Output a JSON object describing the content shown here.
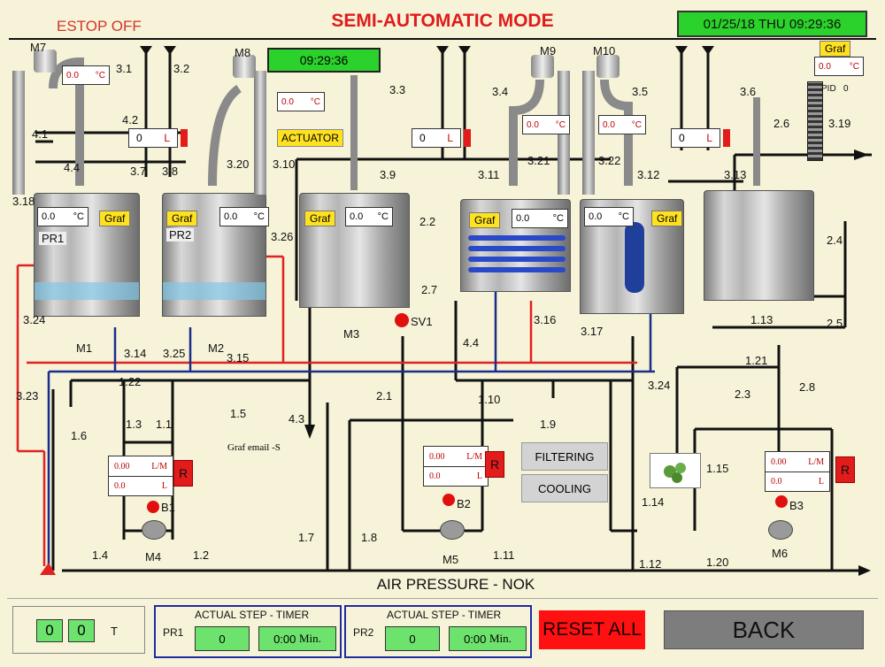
{
  "header": {
    "estop": "ESTOP OFF",
    "mode": "SEMI-AUTOMATIC MODE",
    "datetime": "01/25/18 THU   09:29:36",
    "clock": "09:29:36"
  },
  "actuator_label": "ACTUATOR",
  "graf_label": "Graf",
  "units": {
    "temp": "°C",
    "level": "L",
    "flow": "L/M"
  },
  "motors": [
    "M7",
    "M8",
    "M9",
    "M10",
    "M1",
    "M2",
    "M3",
    "M4",
    "M5",
    "M6"
  ],
  "tanks": [
    "PR1",
    "PR2"
  ],
  "temperatures": {
    "m7": "0.0",
    "m8": "0.0",
    "pr1": "0.0",
    "pr2": "0.0",
    "m3": "0.0",
    "t_311": "0.0",
    "m9": "0.0",
    "m10": "0.0",
    "t_312": "0.0",
    "pid": "0.0"
  },
  "pid": {
    "label": "PID",
    "value": "0"
  },
  "levels": {
    "left": "0",
    "center": "0",
    "right": "0"
  },
  "flows": {
    "b1": {
      "flow": "0.00",
      "vol": "0.0"
    },
    "b2": {
      "flow": "0.00",
      "vol": "0.0"
    },
    "b3": {
      "flow": "0.00",
      "vol": "0.0"
    }
  },
  "pumps": [
    "B1",
    "B2",
    "B3"
  ],
  "solenoid": "SV1",
  "valve_labels": {
    "v31": "3.1",
    "v32": "3.2",
    "v41": "4.1",
    "v42": "4.2",
    "v44": "4.4",
    "v37": "3.7",
    "v38": "3.8",
    "v318": "3.18",
    "v320": "3.20",
    "v310": "3.10",
    "v326": "3.26",
    "v33": "3.3",
    "v34": "3.4",
    "v39": "3.9",
    "v22": "2.2",
    "v27": "2.7",
    "v311": "3.11",
    "v321": "3.21",
    "v322": "3.22",
    "v35": "3.5",
    "v36": "3.6",
    "v312": "3.12",
    "v313": "3.13",
    "v26": "2.6",
    "v319": "3.19",
    "v24": "2.4",
    "v25": "2.5",
    "v324": "3.24",
    "v314": "3.14",
    "v325": "3.25",
    "v315": "3.15",
    "v316": "3.16",
    "v317": "3.17",
    "v44b": "4.4",
    "v113": "1.13",
    "v121": "1.21",
    "v323": "3.23",
    "v122": "1.22",
    "v16": "1.6",
    "v13": "1.3",
    "v11": "1.1",
    "v15": "1.5",
    "v43": "4.3",
    "v21": "2.1",
    "v110": "1.10",
    "v19": "1.9",
    "v3_24": "3.24",
    "v23": "2.3",
    "v28": "2.8",
    "v115": "1.15",
    "v114": "1.14",
    "v14": "1.4",
    "v12": "1.2",
    "v17": "1.7",
    "v18": "1.8",
    "v111": "1.11",
    "v112": "1.12",
    "v120": "1.20"
  },
  "email_label": "Graf email -S",
  "buttons": {
    "filtering": "FILTERING",
    "cooling": "COOLING",
    "reset": "RESET ALL",
    "back": "BACK"
  },
  "air_pressure": "AIR PRESSURE - NOK",
  "bottom": {
    "counter": {
      "a": "0",
      "b": "0",
      "t": "T"
    },
    "step_title": "ACTUAL STEP - TIMER",
    "pr1": {
      "label": "PR1",
      "step": "0",
      "timer": "0:00",
      "unit": "Min."
    },
    "pr2": {
      "label": "PR2",
      "step": "0",
      "timer": "0:00",
      "unit": "Min."
    }
  }
}
